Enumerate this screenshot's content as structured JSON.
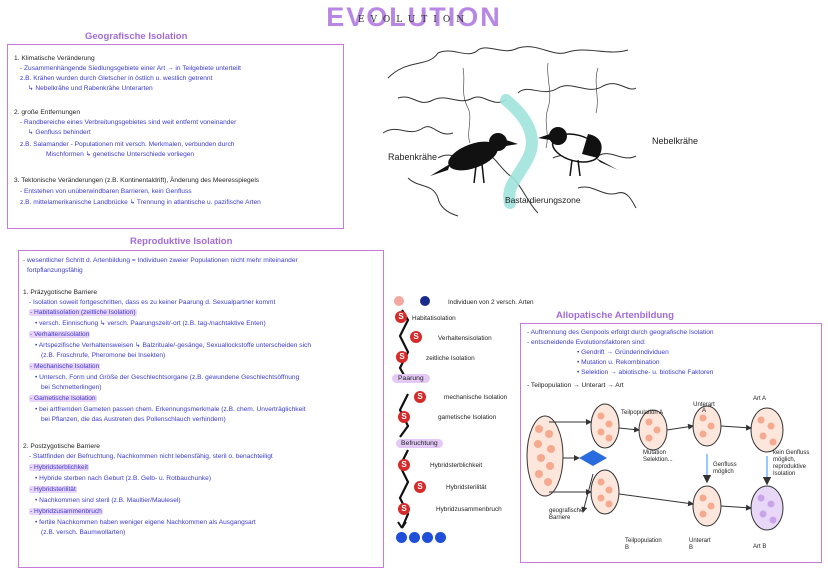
{
  "title": "EVOLUTION",
  "subtitle": "EVOLUTION",
  "geo": {
    "heading": "Geografische Isolation",
    "lines": [
      "1. Klimatische Veränderung",
      "- Zusammenhängende Siedlungsgebiete einer Art → in Teilgebiete unterteilt",
      "z.B. Krähen wurden durch Gletscher in östlich u. westlich getrennt",
      "↳ Nebelkrähe und Rabenkrähe Unterarten",
      "2. große Entfernungen",
      "- Randbereiche eines Verbreitungsgebietes sind weit entfernt voneinander",
      "↳ Genfluss behindert",
      "z.B. Salamander - Populationen mit versch. Merkmalen, verbunden durch",
      "Mischformen ↳ genetische Unterschiede vorliegen",
      "3. Tektonische Veränderungen (z.B. Kontinentaldrift), Änderung des Meeresspiegels",
      "- Entstehen von unüberwindbaren Barrieren, kein Genfluss",
      "z.B. mittelamerikanische Landbrücke ↳ Trennung in atlantische u. pazifische Arten"
    ]
  },
  "map": {
    "label_left": "Rabenkrähe",
    "label_right": "Nebelkrähe",
    "label_zone": "Bastardierungszone"
  },
  "repro": {
    "heading": "Reproduktive Isolation",
    "lines": [
      "- wesentlicher Schritt d. Artenbildung = Individuen zweier Populationen nicht mehr miteinander",
      "fortpflanzungsfähig",
      "1. Präzygotische Barriere",
      "- Isolation soweit fortgeschritten, dass es zu keiner Paarung d. Sexualpartner kommt",
      "- Habitatisolation (zeitliche Isolation)",
      "• versch. Einnischung ↳ versch. Paarungszeit/-ort (z.B. tag-/nachtaktive Enten)",
      "- Verhaltensisolation",
      "• Artspezifische Verhaltensweisen ↳ Balzrituale/-gesänge, Sexuallockstoffe unterscheiden sich",
      "(z.B. Froschrufe, Pheromone bei Insekten)",
      "- Mechanische Isolation",
      "• Untersch. Form und Größe der Geschlechtsorgane (z.B. gewundene Geschlechtsöffnung",
      "bei Schmetterlingen)",
      "- Gametische Isolation",
      "• bei artfremden Gameten passen chem. Erkennungsmerkmale (z.B. chem. Unverträglichkeit",
      "bei Pflanzen, die das Austreten des Pollenschlauch verhindern)",
      "2. Postzygotische Barriere",
      "- Stattfinden der Befruchtung, Nachkommen nicht lebensfähig, steril o. benachteiligt",
      "- Hybridsterblichkeit",
      "• Hybride sterben nach Geburt (z.B. Gelb- u. Rotbauchunke)",
      "- Hybridsterilität",
      "• Nachkommen sind steril (z.B. Maultier/Maulesel)",
      "- Hybridzusammenbruch",
      "• fertile Nachkommen haben weniger eigene Nachkommen als Ausgangsart",
      "(z.B. versch. Baumwollarten)"
    ]
  },
  "chain": {
    "start": "Individuen von 2 versch. Arten",
    "habitat": "Habitatisolation",
    "verhalten": "Verhaltensisolation",
    "zeitlich": "zeitliche Isolation",
    "paarung": "Paarung",
    "mech": "mechanische Isolation",
    "gamet": "gametische Isolation",
    "befruchtung": "Befruchtung",
    "sterb": "Hybridsterblichkeit",
    "steril": "Hybridsterilität",
    "zusammen": "Hybridzusammenbruch",
    "s": "S"
  },
  "allo": {
    "heading": "Allopatische Artenbildung",
    "lines": [
      "- Auftrennung des Genpools erfolgt durch geografische Isolation",
      "- entscheidende Evolutionsfaktoren sind:",
      "• Gendrift → Gründerindividuen",
      "• Mutation u. Rekombination",
      "• Selektion → abiotische- u. biotische Faktoren",
      "- Teilpopulation → Unterart → Art"
    ],
    "diagram": {
      "teilA": "Teilpopulation A",
      "unterartA": "Unterart A",
      "artA": "Art A",
      "teilB": "Teilpopulation B",
      "unterartB": "Unterart B",
      "artB": "Art B",
      "mutation": "Mutation Selektion...",
      "genfluss": "Genfluss möglich",
      "keinGenfluss": "kein Genfluss möglich, reproduktive Isolation",
      "barriere": "geografische Barriere"
    }
  },
  "colors": {
    "accent": "#a36bd8",
    "border": "#c77ad8",
    "underline": "#3b3bcf",
    "barrier": "#9fe3dc",
    "sBadge": "#d62b2b",
    "dotBlue": "#1f4fd8"
  }
}
